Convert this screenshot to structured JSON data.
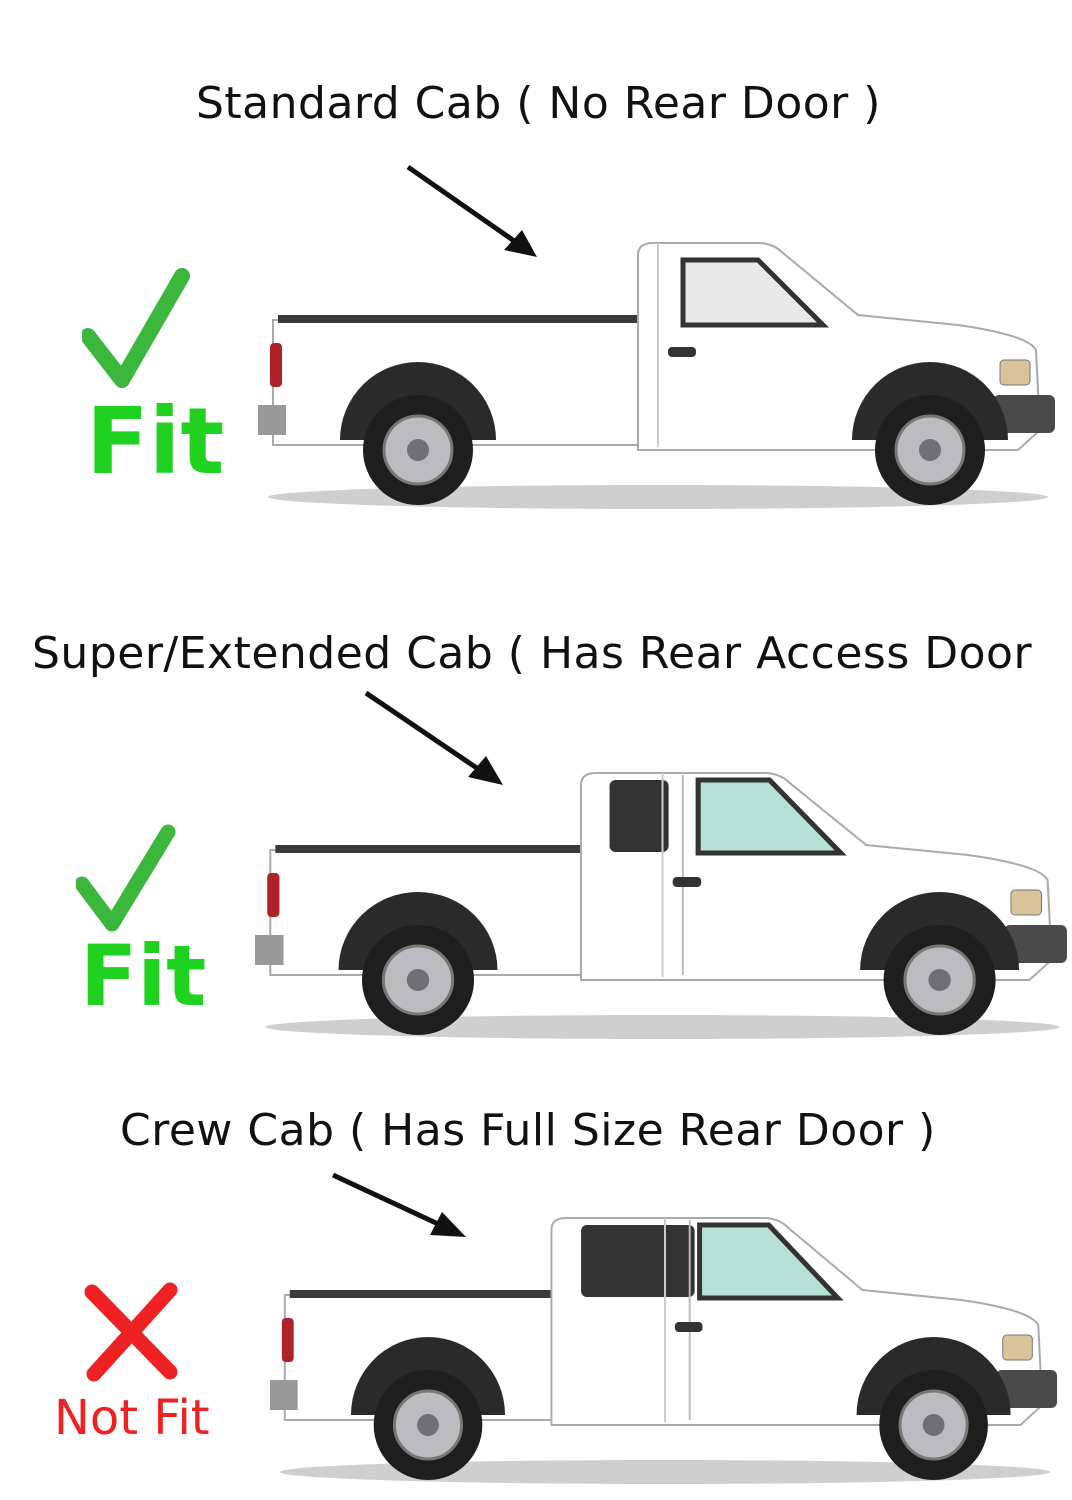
{
  "sections": [
    {
      "title": "Standard Cab ( No Rear Door )",
      "verdict": "Fit",
      "fits": true
    },
    {
      "title": "Super/Extended Cab ( Has Rear Access Door",
      "verdict": "Fit",
      "fits": true
    },
    {
      "title": "Crew Cab ( Has Full Size Rear Door )",
      "verdict": "Not Fit",
      "fits": false
    }
  ],
  "colors": {
    "fit": "#1fd21f",
    "check": "#3bb83b",
    "notfit": "#ee2222",
    "truck_body": "#ffffff",
    "text": "#111111"
  }
}
